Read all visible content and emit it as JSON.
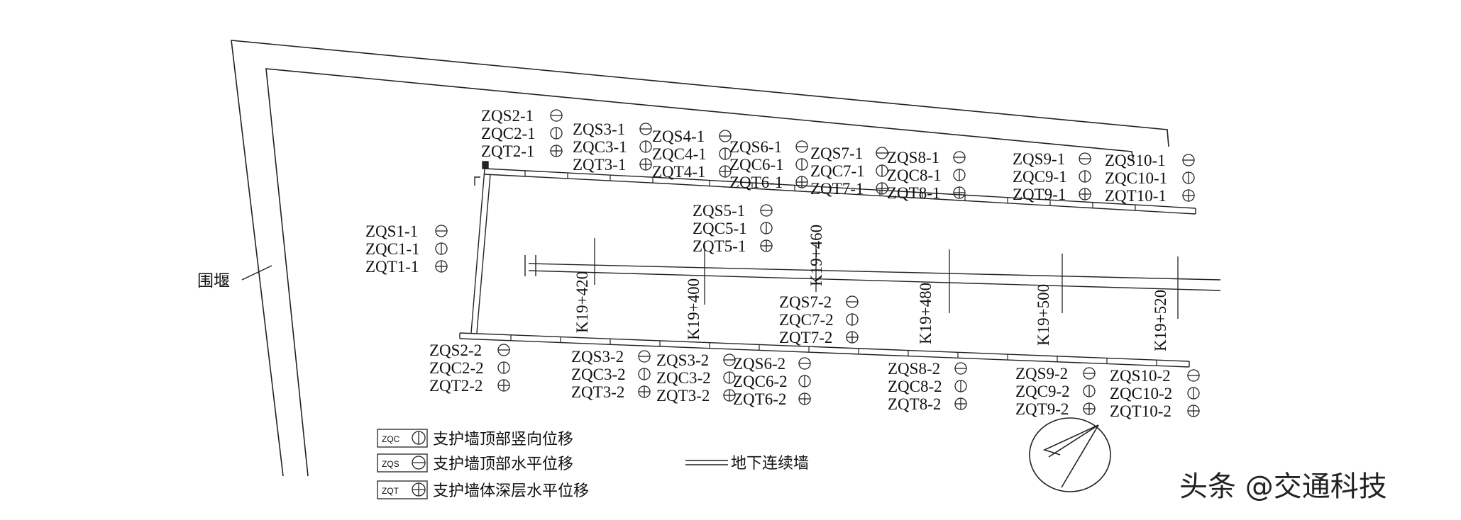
{
  "cofferdam_label": "围堰",
  "stations": [
    "K19+420",
    "K19+400",
    "K19+460",
    "K19+480",
    "K19+500",
    "K19+520"
  ],
  "point_groups": [
    [
      "ZQS2-1",
      "ZQC2-1",
      "ZQT2-1"
    ],
    [
      "ZQS3-1",
      "ZQC3-1",
      "ZQT3-1"
    ],
    [
      "ZQS4-1",
      "ZQC4-1",
      "ZQT4-1"
    ],
    [
      "ZQS6-1",
      "ZQC6-1",
      "ZQT6-1"
    ],
    [
      "ZQS7-1",
      "ZQC7-1",
      "ZQT7-1"
    ],
    [
      "ZQS8-1",
      "ZQC8-1",
      "ZQT8-1"
    ],
    [
      "ZQS9-1",
      "ZQC9-1",
      "ZQT9-1"
    ],
    [
      "ZQS10-1",
      "ZQC10-1",
      "ZQT10-1"
    ],
    [
      "ZQS5-1",
      "ZQC5-1",
      "ZQT5-1"
    ],
    [
      "ZQS1-1",
      "ZQC1-1",
      "ZQT1-1"
    ],
    [
      "ZQS7-2",
      "ZQC7-2",
      "ZQT7-2"
    ],
    [
      "ZQS2-2",
      "ZQC2-2",
      "ZQT2-2"
    ],
    [
      "ZQS3-2",
      "ZQC3-2",
      "ZQT3-2"
    ],
    [
      "ZQS3-2",
      "ZQC3-2",
      "ZQT3-2"
    ],
    [
      "ZQS6-2",
      "ZQC6-2",
      "ZQT6-2"
    ],
    [
      "ZQS8-2",
      "ZQC8-2",
      "ZQT8-2"
    ],
    [
      "ZQS9-2",
      "ZQC9-2",
      "ZQT9-2"
    ],
    [
      "ZQS10-2",
      "ZQC10-2",
      "ZQT10-2"
    ]
  ],
  "legend": {
    "items": [
      {
        "code": "ZQC",
        "text": "支护墙顶部竖向位移"
      },
      {
        "code": "ZQS",
        "text": "支护墙顶部水平位移"
      },
      {
        "code": "ZQT",
        "text": "支护墙体深层水平位移"
      }
    ],
    "wall_text": "地下连续墙"
  },
  "watermark": "头条 @交通科技"
}
